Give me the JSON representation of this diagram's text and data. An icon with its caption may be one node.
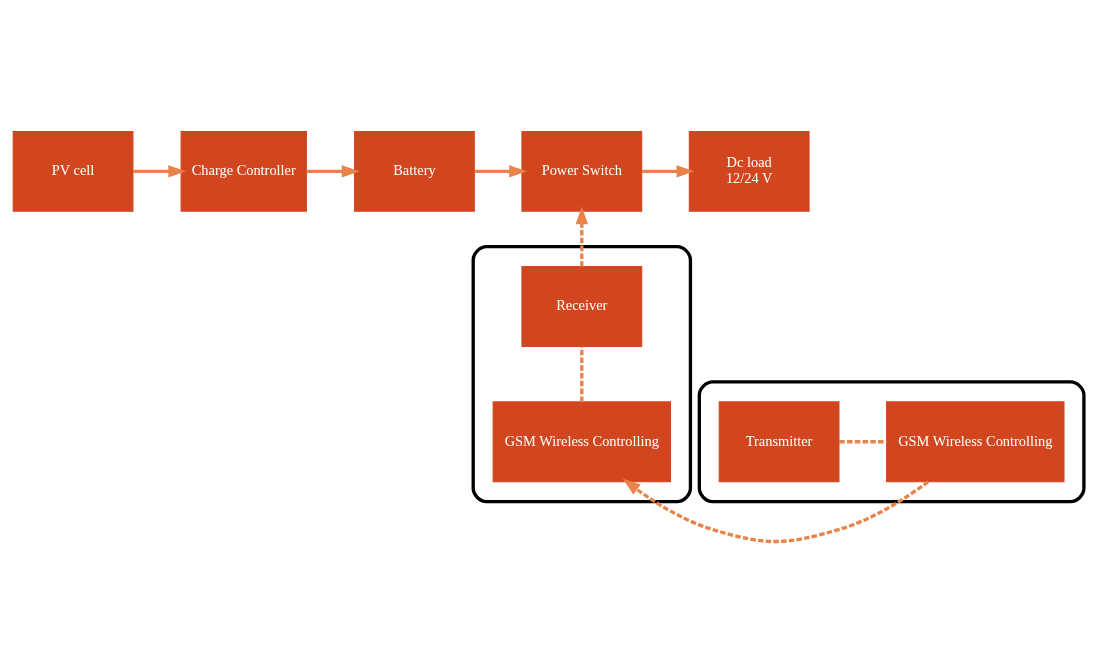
{
  "diagram": {
    "nodes": [
      {
        "text": [
          "PV cell"
        ]
      },
      {
        "text": [
          "Charge Controller"
        ]
      },
      {
        "text": [
          "Battery"
        ]
      },
      {
        "text": [
          "Power Switch"
        ]
      },
      {
        "text": [
          "Dc load",
          "12/24 V"
        ]
      },
      {
        "text": [],
        "shape": "box"
      },
      {
        "text": [
          "Receiver"
        ],
        "in": 5
      },
      {
        "text": [],
        "shape": "box"
      },
      {
        "text": [
          "Transmitter"
        ],
        "in": 7
      },
      {
        "text": [
          "GSM Wireless Controlling"
        ],
        "in": 7
      },
      {
        "text": [
          "GSM Wireless Controlling"
        ],
        "in": 5
      }
    ],
    "edges": [
      {
        "from": 0,
        "to": 1,
        "arrow": "to"
      },
      {
        "from": 1,
        "to": 2,
        "arrow": "to"
      },
      {
        "from": 2,
        "to": 3,
        "arrow": "to"
      },
      {
        "from": 3,
        "to": 4,
        "arrow": "to"
      },
      {
        "from": 6,
        "to": 3,
        "arrow": "to",
        "style": "dashed"
      },
      {
        "from": 10,
        "to": 6,
        "arrow": "none",
        "style": "dashed"
      },
      {
        "from": 8,
        "to": 9,
        "arrow": "none",
        "style": "dashed"
      },
      {
        "from": 9,
        "to": 10,
        "arrow": "to",
        "style": "dashed"
      }
    ]
  }
}
